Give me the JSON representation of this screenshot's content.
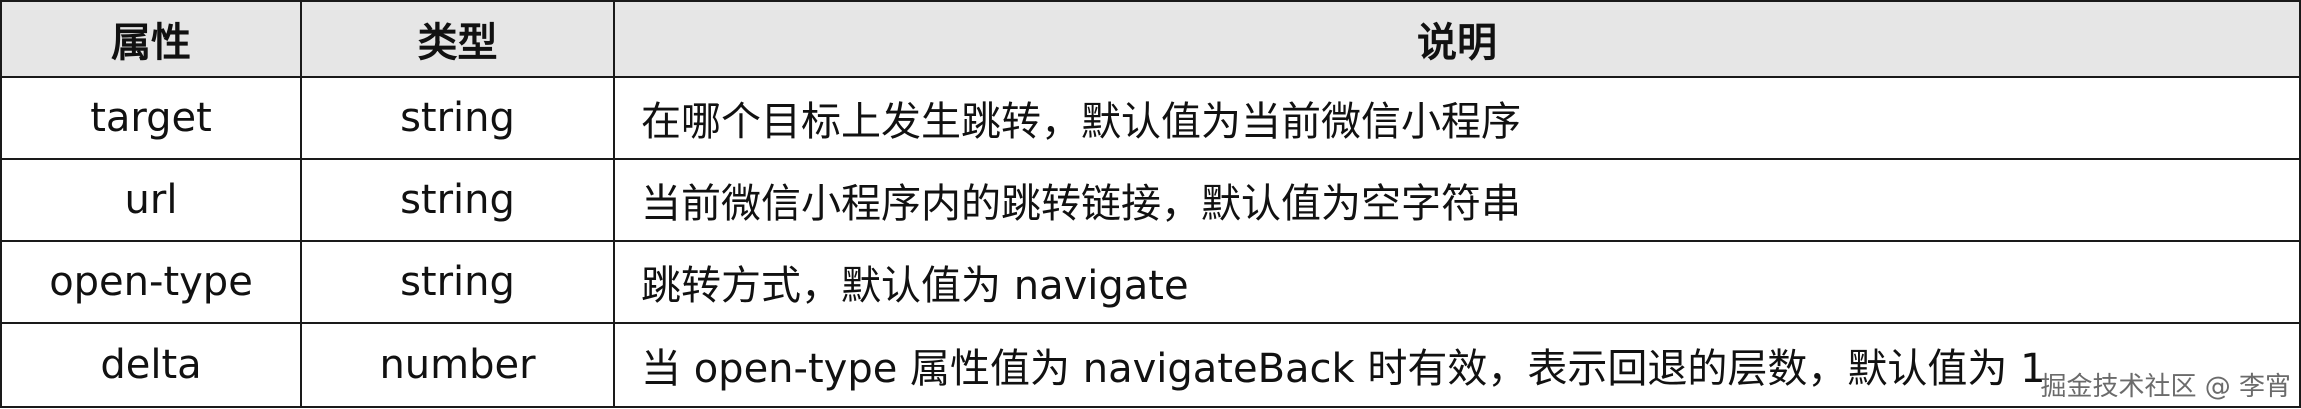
{
  "table": {
    "headers": [
      "属性",
      "类型",
      "说明"
    ],
    "rows": [
      {
        "attr": "target",
        "type": "string",
        "desc": "在哪个目标上发生跳转，默认值为当前微信小程序"
      },
      {
        "attr": "url",
        "type": "string",
        "desc": "当前微信小程序内的跳转链接，默认值为空字符串"
      },
      {
        "attr": "open-type",
        "type": "string",
        "desc": "跳转方式，默认值为 navigate"
      },
      {
        "attr": "delta",
        "type": "number",
        "desc": "当 open-type 属性值为 navigateBack 时有效，表示回退的层数，默认值为 1"
      }
    ]
  },
  "watermark": "掘金技术社区 @ 李宵"
}
